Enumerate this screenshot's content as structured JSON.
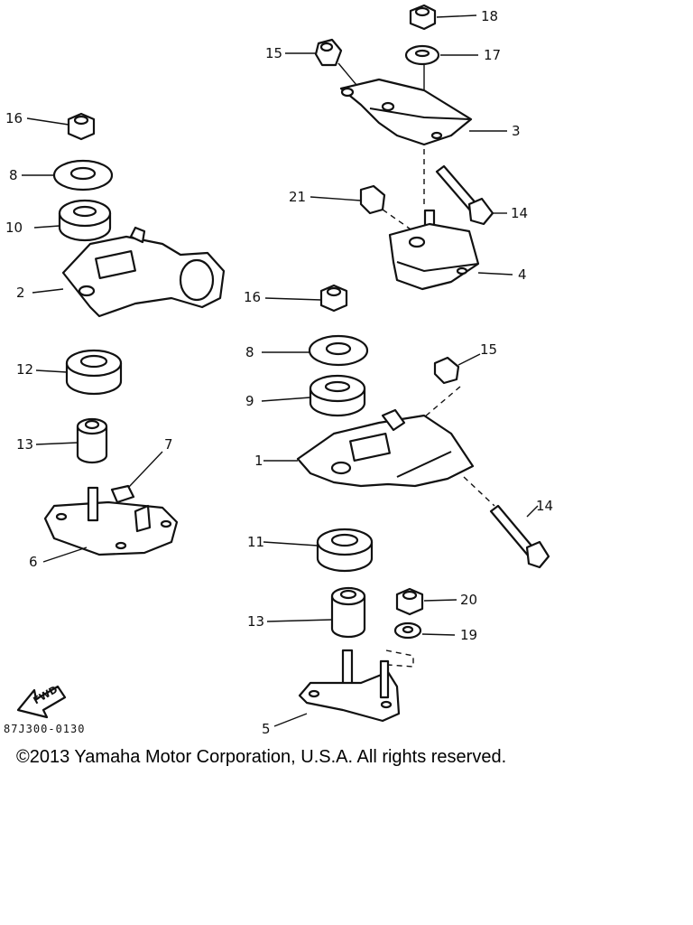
{
  "callouts": [
    {
      "id": "c18",
      "text": "18"
    },
    {
      "id": "c15a",
      "text": "15"
    },
    {
      "id": "c17",
      "text": "17"
    },
    {
      "id": "c3",
      "text": "3"
    },
    {
      "id": "c16a",
      "text": "16"
    },
    {
      "id": "c8a",
      "text": "8"
    },
    {
      "id": "c10",
      "text": "10"
    },
    {
      "id": "c21",
      "text": "21"
    },
    {
      "id": "c14a",
      "text": "14"
    },
    {
      "id": "c2",
      "text": "2"
    },
    {
      "id": "c4",
      "text": "4"
    },
    {
      "id": "c16b",
      "text": "16"
    },
    {
      "id": "c8b",
      "text": "8"
    },
    {
      "id": "c15b",
      "text": "15"
    },
    {
      "id": "c12",
      "text": "12"
    },
    {
      "id": "c9",
      "text": "9"
    },
    {
      "id": "c13a",
      "text": "13"
    },
    {
      "id": "c7",
      "text": "7"
    },
    {
      "id": "c1",
      "text": "1"
    },
    {
      "id": "c14b",
      "text": "14"
    },
    {
      "id": "c6",
      "text": "6"
    },
    {
      "id": "c11",
      "text": "11"
    },
    {
      "id": "c20",
      "text": "20"
    },
    {
      "id": "c13b",
      "text": "13"
    },
    {
      "id": "c19",
      "text": "19"
    },
    {
      "id": "c5",
      "text": "5"
    }
  ],
  "fwd_label": "FWD",
  "figure_code": "87J300-0130",
  "copyright": "©2013 Yamaha Motor Corporation, U.S.A. All rights reserved."
}
